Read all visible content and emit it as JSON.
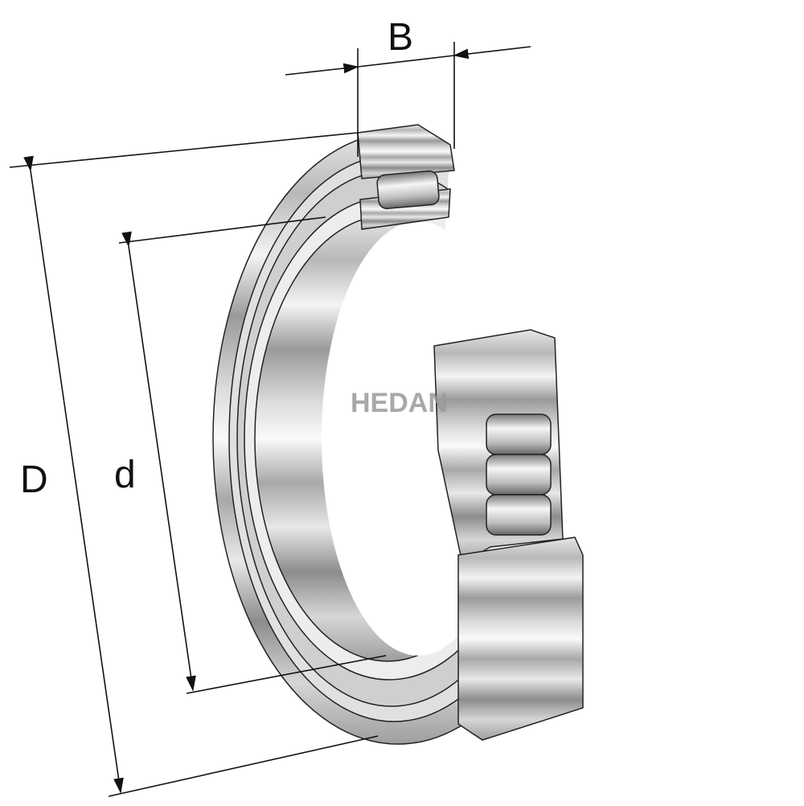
{
  "diagram": {
    "labels": {
      "width": "B",
      "outer_diameter": "D",
      "bore_diameter": "d"
    },
    "watermark": "HEDAN",
    "colors": {
      "line": "#111111",
      "steel_light": "#f2f2f2",
      "steel_dark": "#8a8a8a",
      "watermark": "#9a9a9a"
    }
  }
}
